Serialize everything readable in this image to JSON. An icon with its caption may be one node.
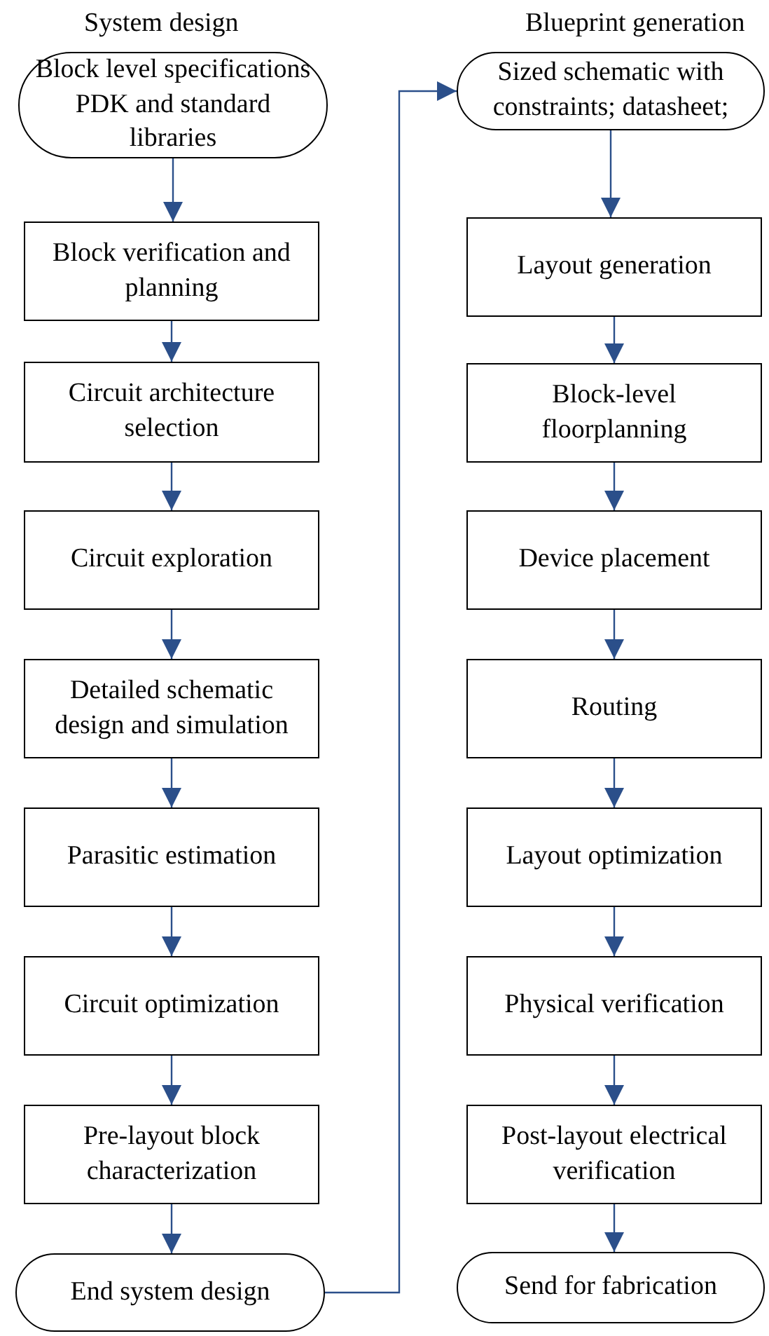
{
  "diagram": {
    "nodes": [
      {
        "text": [
          "Block level specifications PDK and standard libraries"
        ]
      },
      {
        "text": [
          "Block verification and planning"
        ]
      },
      {
        "text": [
          "Circuit architecture selection"
        ]
      },
      {
        "text": [
          "Circuit exploration"
        ]
      },
      {
        "text": [
          "Detailed schematic design and simulation"
        ]
      },
      {
        "text": [
          "Parasitic estimation"
        ]
      },
      {
        "text": [
          "Circuit optimization"
        ]
      },
      {
        "text": [
          "Pre-layout block characterization"
        ]
      },
      {
        "text": [
          "End system design"
        ]
      },
      {
        "text": [
          "Sized schematic with constraints; datasheet;"
        ]
      },
      {
        "text": [
          "Layout generation"
        ]
      },
      {
        "text": [
          "Block-level floorplanning"
        ]
      },
      {
        "text": [
          "Device placement"
        ]
      },
      {
        "text": [
          "Routing"
        ]
      },
      {
        "text": [
          "Layout optimization"
        ]
      },
      {
        "text": [
          "Physical verification"
        ]
      },
      {
        "text": [
          "Post-layout electrical verification"
        ]
      },
      {
        "text": [
          "Send for fabrication"
        ]
      }
    ],
    "edges": [
      {
        "from": 0,
        "to": 1,
        "arrow": "to"
      },
      {
        "from": 1,
        "to": 2,
        "arrow": "to"
      },
      {
        "from": 2,
        "to": 3,
        "arrow": "to"
      },
      {
        "from": 3,
        "to": 4,
        "arrow": "to"
      },
      {
        "from": 4,
        "to": 5,
        "arrow": "to"
      },
      {
        "from": 5,
        "to": 6,
        "arrow": "to"
      },
      {
        "from": 6,
        "to": 7,
        "arrow": "to"
      },
      {
        "from": 7,
        "to": 8,
        "arrow": "to"
      },
      {
        "from": 8,
        "to": 9,
        "arrow": "to"
      },
      {
        "from": 9,
        "to": 10,
        "arrow": "to"
      },
      {
        "from": 10,
        "to": 11,
        "arrow": "to"
      },
      {
        "from": 11,
        "to": 12,
        "arrow": "to"
      },
      {
        "from": 12,
        "to": 13,
        "arrow": "to"
      },
      {
        "from": 13,
        "to": 14,
        "arrow": "to"
      },
      {
        "from": 14,
        "to": 15,
        "arrow": "to"
      },
      {
        "from": 15,
        "to": 16,
        "arrow": "to"
      },
      {
        "from": 16,
        "to": 17,
        "arrow": "to"
      }
    ],
    "labels": [
      "System design",
      "Blueprint generation"
    ]
  }
}
